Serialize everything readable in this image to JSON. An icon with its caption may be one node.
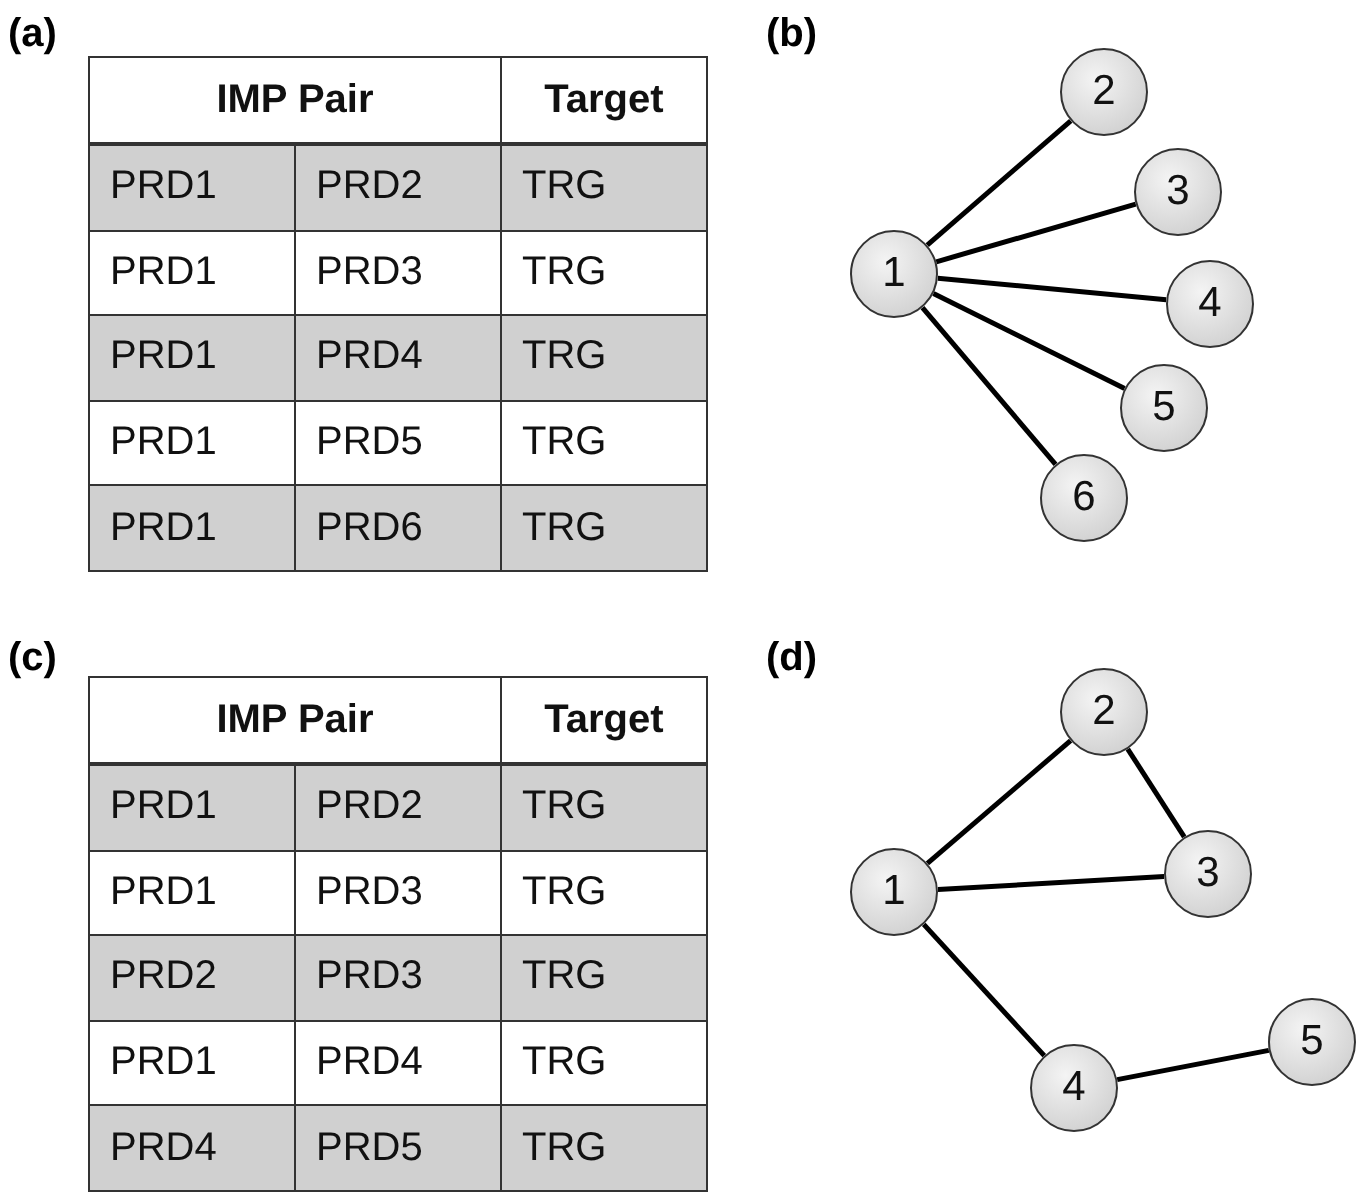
{
  "diagram": {
    "nodes": [
      {
        "text": [
          "1"
        ]
      },
      {
        "text": [
          "2"
        ]
      },
      {
        "text": [
          "3"
        ]
      },
      {
        "text": [
          "4"
        ]
      },
      {
        "text": [
          "5"
        ]
      },
      {
        "text": [
          "6"
        ]
      },
      {
        "text": [
          "1"
        ]
      },
      {
        "text": [
          "2"
        ]
      },
      {
        "text": [
          "3"
        ]
      },
      {
        "text": [
          "4"
        ]
      },
      {
        "text": [
          "5"
        ]
      }
    ],
    "edges": [
      {
        "from": 0,
        "to": 1,
        "arrow": "none"
      },
      {
        "from": 0,
        "to": 2,
        "arrow": "none"
      },
      {
        "from": 0,
        "to": 3,
        "arrow": "none"
      },
      {
        "from": 0,
        "to": 4,
        "arrow": "none"
      },
      {
        "from": 0,
        "to": 5,
        "arrow": "none"
      },
      {
        "from": 6,
        "to": 7,
        "arrow": "none"
      },
      {
        "from": 7,
        "to": 8,
        "arrow": "none"
      },
      {
        "from": 6,
        "to": 8,
        "arrow": "none"
      },
      {
        "from": 6,
        "to": 9,
        "arrow": "none"
      },
      {
        "from": 9,
        "to": 10,
        "arrow": "none"
      }
    ],
    "labels": [
      "(a)",
      "IMP Pair",
      "Target",
      "PRD1",
      "PRD2",
      "TRG",
      "PRD1",
      "PRD3",
      "TRG",
      "PRD1",
      "PRD4",
      "TRG",
      "PRD1",
      "PRD5",
      "TRG",
      "PRD1",
      "PRD6",
      "TRG",
      "(b)",
      "(c)",
      "IMP Pair",
      "Target",
      "PRD1",
      "PRD2",
      "TRG",
      "PRD1",
      "PRD3",
      "TRG",
      "PRD2",
      "PRD3",
      "TRG",
      "PRD1",
      "PRD4",
      "TRG",
      "PRD4",
      "PRD5",
      "TRG",
      "(d)"
    ]
  }
}
